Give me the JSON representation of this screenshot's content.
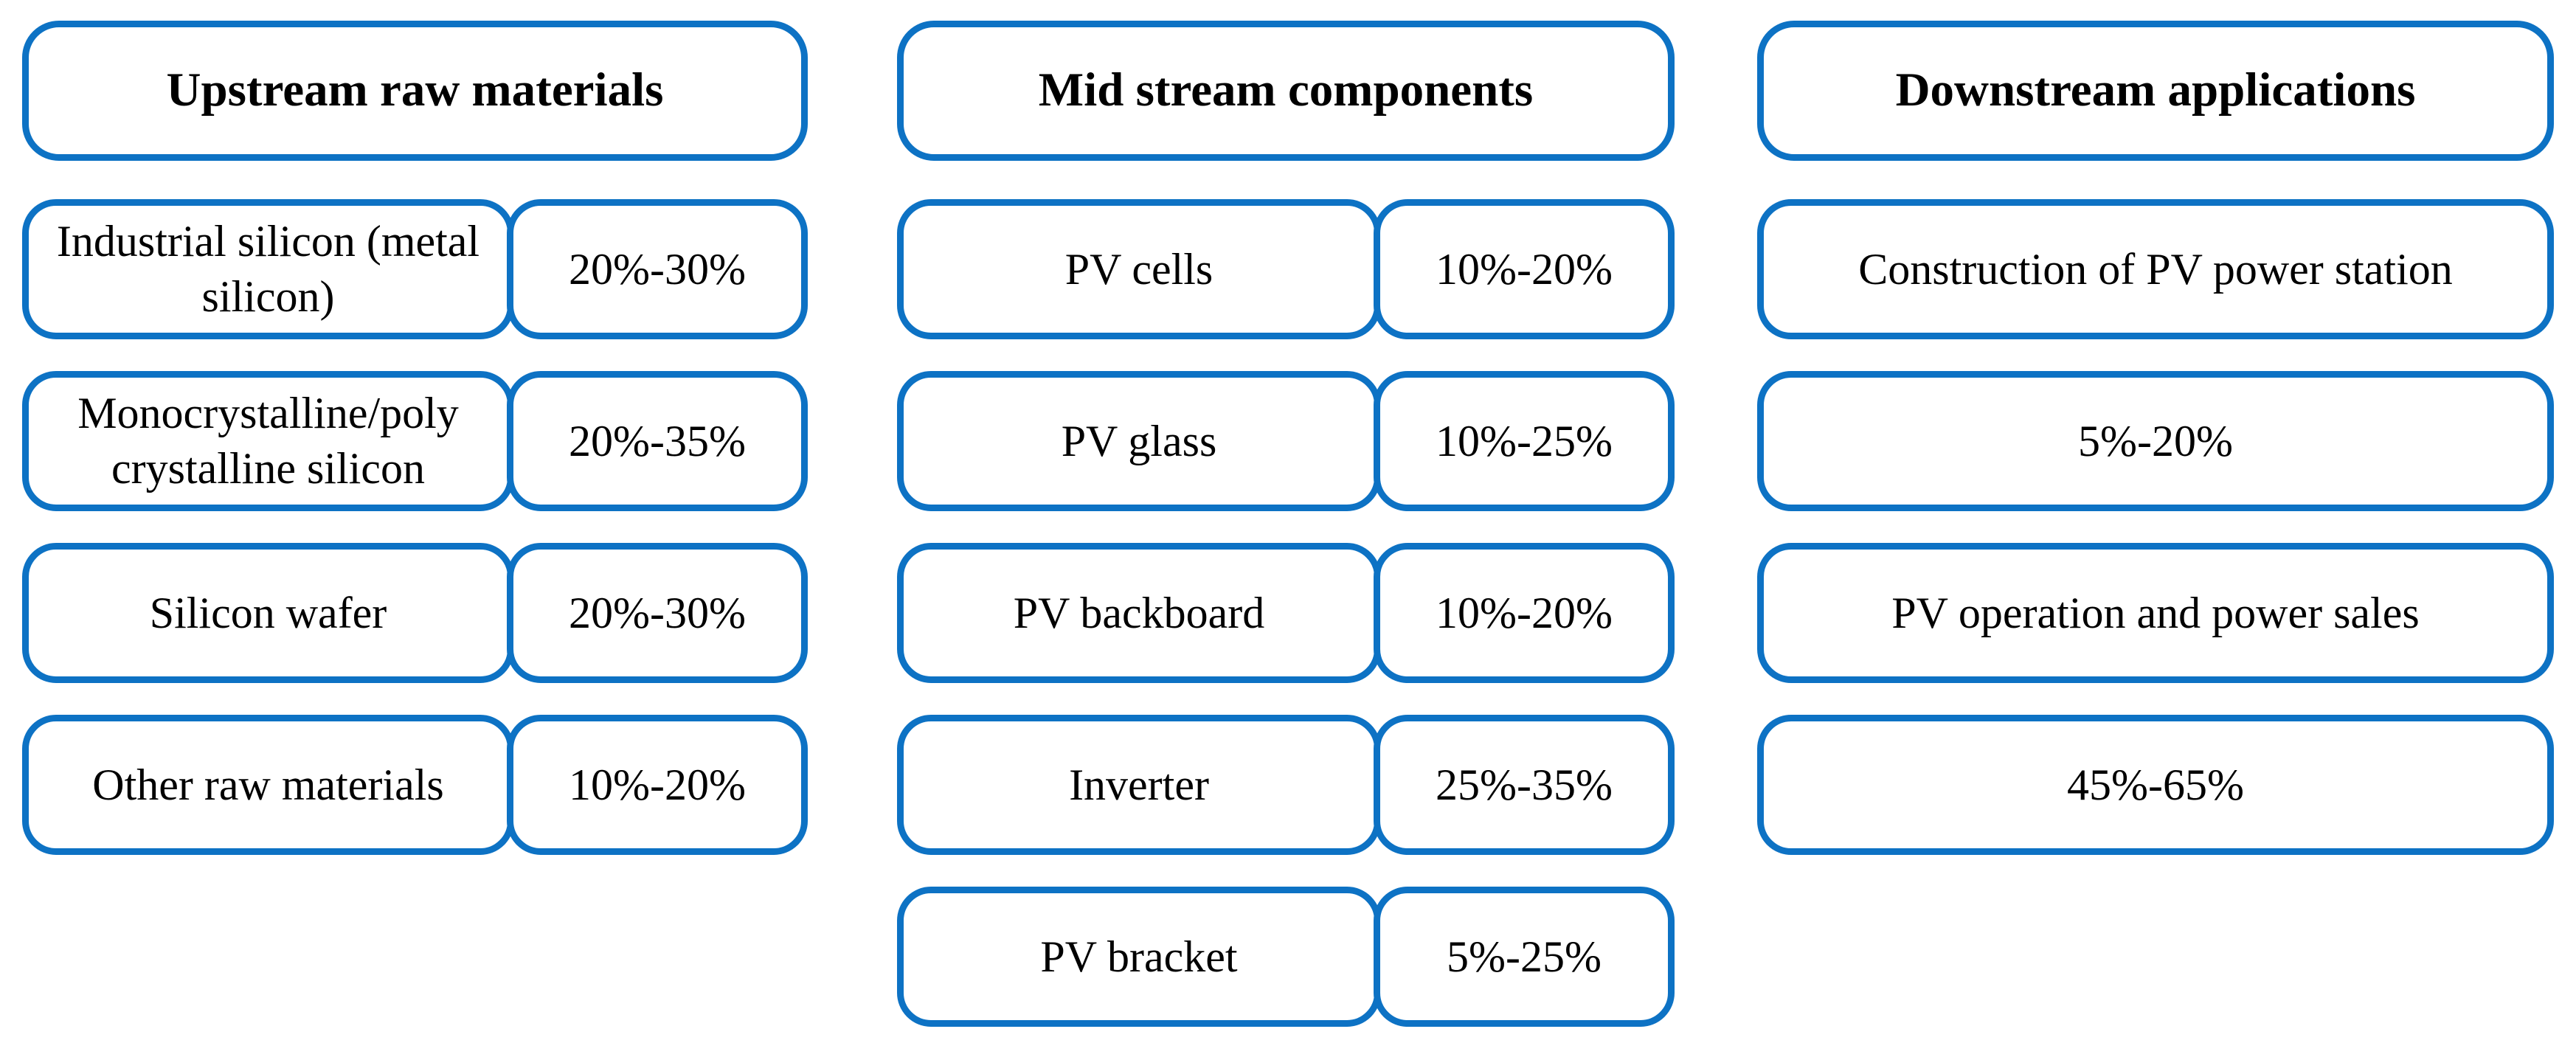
{
  "colors": {
    "border": "#0d72c4",
    "text": "#000000",
    "background": "#ffffff"
  },
  "columns": [
    {
      "id": "upstream",
      "header": "Upstream raw materials",
      "rows": [
        {
          "label": "Industrial silicon (metal silicon)",
          "value": "20%-30%"
        },
        {
          "label": "Monocrystalline/poly crystalline silicon",
          "value": "20%-35%"
        },
        {
          "label": "Silicon wafer",
          "value": "20%-30%"
        },
        {
          "label": "Other raw materials",
          "value": "10%-20%"
        }
      ]
    },
    {
      "id": "midstream",
      "header": "Mid stream components",
      "rows": [
        {
          "label": "PV cells",
          "value": "10%-20%"
        },
        {
          "label": "PV glass",
          "value": "10%-25%"
        },
        {
          "label": "PV backboard",
          "value": "10%-20%"
        },
        {
          "label": "Inverter",
          "value": "25%-35%"
        },
        {
          "label": "PV bracket",
          "value": "5%-25%"
        }
      ]
    },
    {
      "id": "downstream",
      "header": "Downstream applications",
      "rows": [
        {
          "label": "Construction of PV power station"
        },
        {
          "label": "5%-20%"
        },
        {
          "label": "PV operation and power sales"
        },
        {
          "label": "45%-65%"
        }
      ]
    }
  ]
}
